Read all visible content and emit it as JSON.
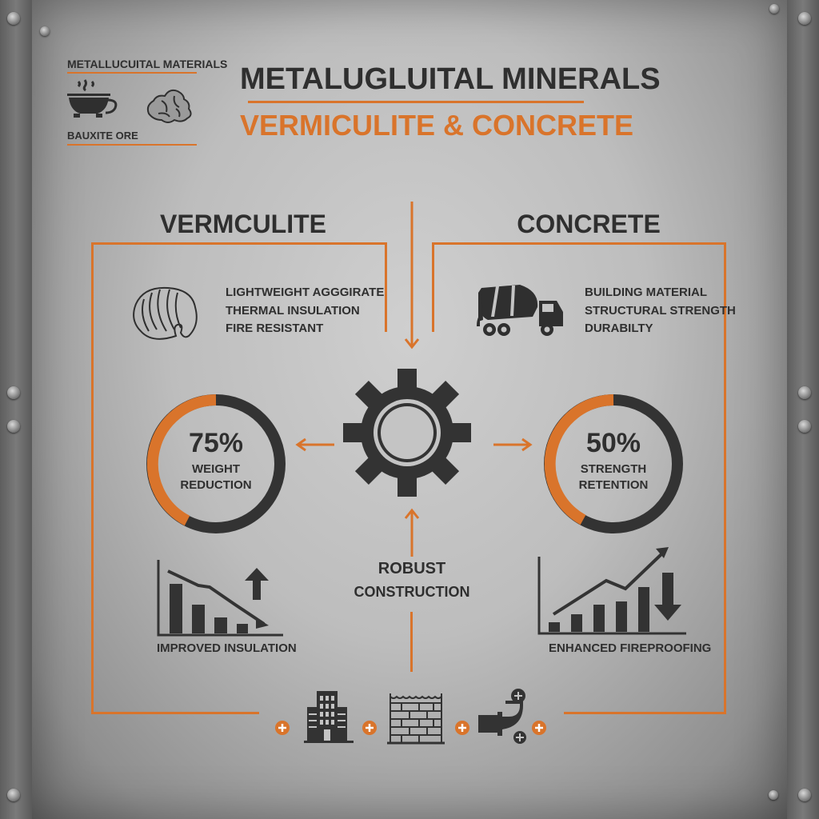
{
  "legend": {
    "title": "METALLUCUITAL MATERIALS",
    "caption": "BAUXITE ORE",
    "icons": [
      "coffee-cup-icon",
      "ore-rocks-icon"
    ]
  },
  "header": {
    "title": "METALUGLUITAL MINERALS",
    "subtitle": "VERMICULITE & CONCRETE"
  },
  "left_panel": {
    "heading": "VERMCULITE",
    "icon": "vermiculite-icon",
    "features": [
      "LIGHTWEIGHT AGGGIRATE",
      "THERMAL INSULATION",
      "FIRE RESISTANT"
    ],
    "stat": {
      "value": "75%",
      "line1": "WEIGHT",
      "line2": "REDUCTION",
      "percent": 75
    },
    "chart_caption": "IMPROVED INSULATION"
  },
  "right_panel": {
    "heading": "CONCRETE",
    "icon": "cement-mixer-truck-icon",
    "features": [
      "BUILDING MATERIAL",
      "STRUCTURAL STRENGTH",
      "DURABILTY"
    ],
    "stat": {
      "value": "50%",
      "line1": "STRENGTH",
      "line2": "RETENTION",
      "percent": 50
    },
    "chart_caption": "ENHANCED FIREPROOFING"
  },
  "center": {
    "icon": "gear-icon",
    "label_line1": "ROBUST",
    "label_line2": "CONSTRUCTION"
  },
  "footer_icons": [
    "plus-icon",
    "building-icon",
    "plus-icon",
    "brick-wall-icon",
    "plus-icon",
    "pipe-icon",
    "plus-icon"
  ],
  "colors": {
    "accent": "#d9742b",
    "dark": "#2f2f2f",
    "background": "#c4c4c4"
  }
}
